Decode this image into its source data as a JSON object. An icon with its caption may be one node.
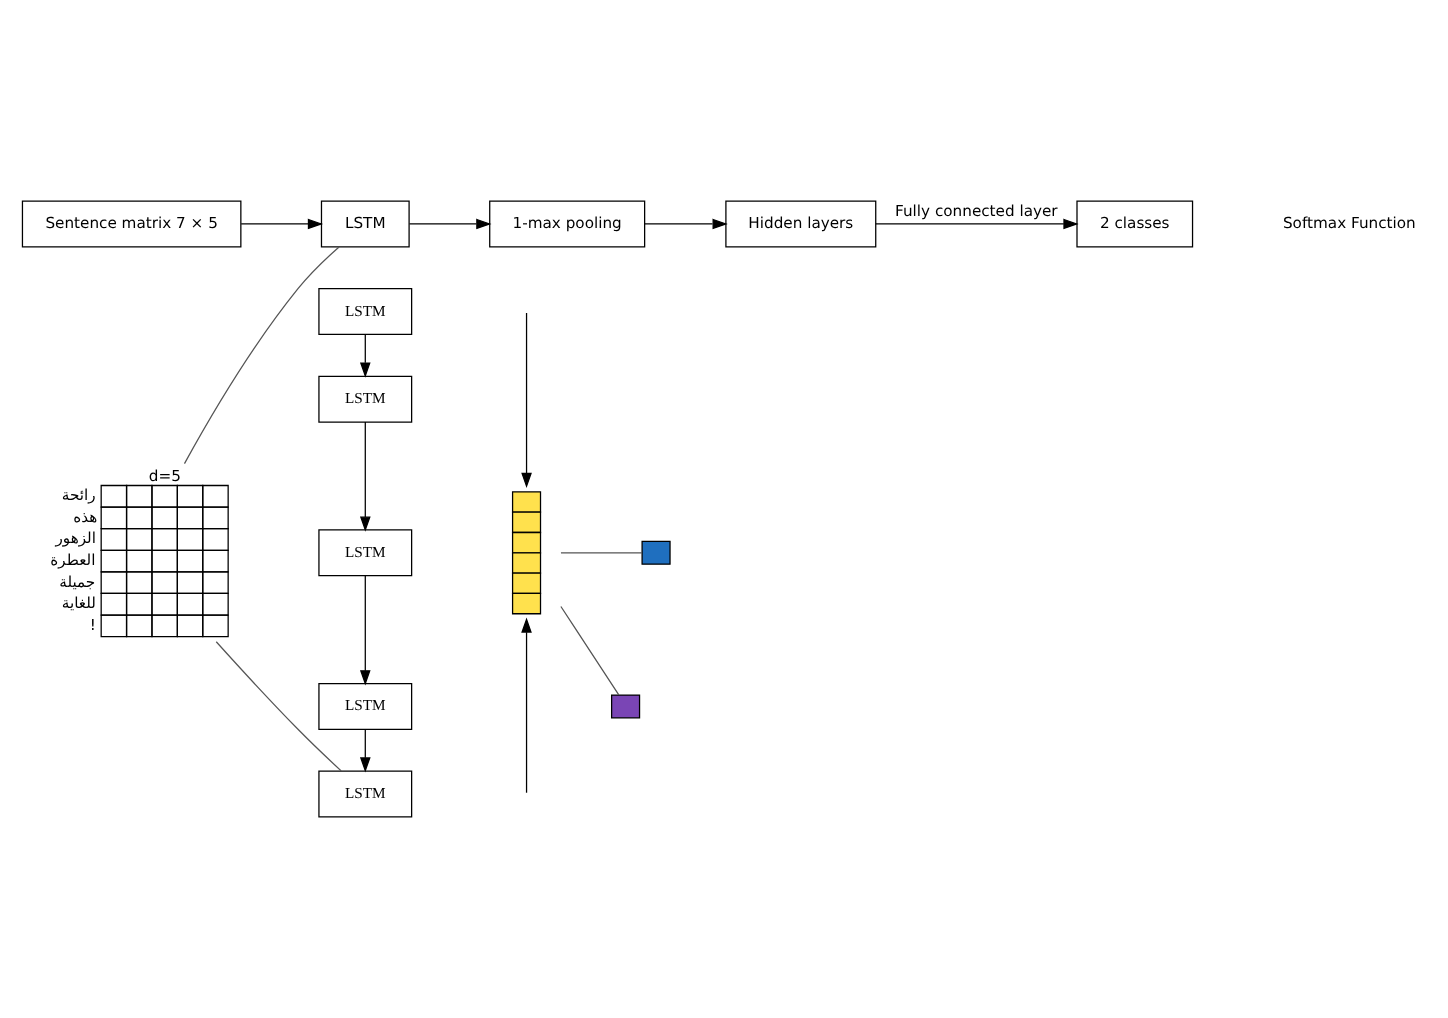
{
  "diagram": {
    "nodes": [
      {
        "text": [
          "Sentence matrix 7 × 5"
        ]
      },
      {
        "text": [
          "LSTM"
        ]
      },
      {
        "text": [
          "1-max pooling"
        ]
      },
      {
        "text": [
          "Hidden layers"
        ]
      },
      {
        "text": [
          "2 classes"
        ]
      },
      {
        "text": [
          "d=5"
        ],
        "beside": [
          "رائحة",
          "هذه",
          "الزهور",
          "العطرة",
          "جميلة",
          "للغاية",
          "!"
        ]
      },
      {
        "text": [
          "LSTM"
        ]
      },
      {
        "text": [
          "LSTM"
        ]
      },
      {
        "text": [
          "LSTM"
        ]
      },
      {
        "text": [
          "LSTM"
        ]
      },
      {
        "text": [
          "LSTM"
        ]
      },
      {
        "text": [],
        "shape": "bar"
      },
      {
        "text": [],
        "shape": "box"
      },
      {
        "text": [],
        "shape": "box"
      }
    ],
    "edges": [
      {
        "from": 0,
        "to": 1,
        "arrow": "to"
      },
      {
        "from": 1,
        "to": 2,
        "arrow": "to"
      },
      {
        "from": 2,
        "to": 3,
        "arrow": "to"
      },
      {
        "from": 3,
        "to": 4,
        "arrow": "to",
        "label": "Fully connected layer"
      },
      {
        "from": 1,
        "to": 5,
        "arrow": "none",
        "color": "#555555"
      },
      {
        "from": 5,
        "to": 10,
        "arrow": "none",
        "color": "#555555"
      },
      {
        "from": 6,
        "to": 7,
        "arrow": "to"
      },
      {
        "from": 7,
        "to": 8,
        "arrow": "to"
      },
      {
        "from": 8,
        "to": 9,
        "arrow": "to"
      },
      {
        "from": 9,
        "to": 10,
        "arrow": "to"
      },
      {
        "from": null,
        "to": 11,
        "arrow": "to"
      },
      {
        "from": null,
        "to": 11,
        "arrow": "to"
      },
      {
        "from": 11,
        "to": 12,
        "arrow": "none",
        "color": "#555555"
      },
      {
        "from": 11,
        "to": 13,
        "arrow": "none",
        "color": "#555555"
      }
    ],
    "labels": [
      "Softmax Function"
    ]
  }
}
